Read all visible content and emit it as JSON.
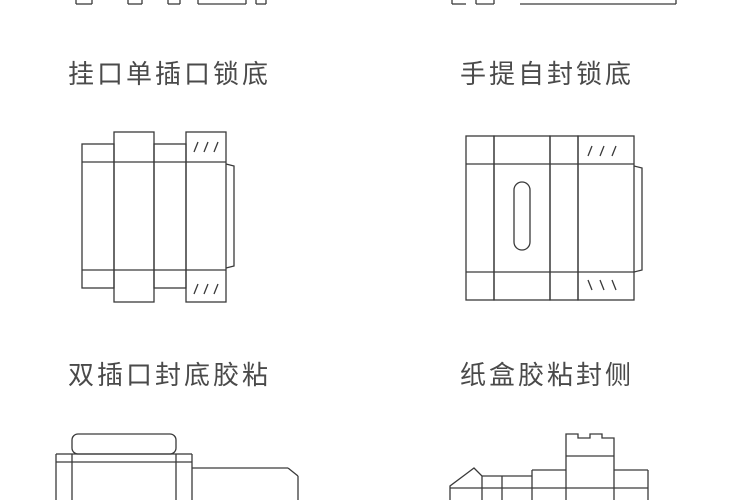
{
  "diagrams": [
    {
      "id": "hang-tab-lock-bottom",
      "label": "挂口单插口锁底"
    },
    {
      "id": "handle-self-seal-lock-bottom",
      "label": "手提自封锁底"
    },
    {
      "id": "double-insert-glued-bottom",
      "label": "双插口封底胶粘"
    },
    {
      "id": "carton-glued-side",
      "label": "纸盒胶粘封侧"
    }
  ],
  "colors": {
    "line": "#3a3a3a",
    "text": "#4a4a4a",
    "background": "#ffffff"
  }
}
